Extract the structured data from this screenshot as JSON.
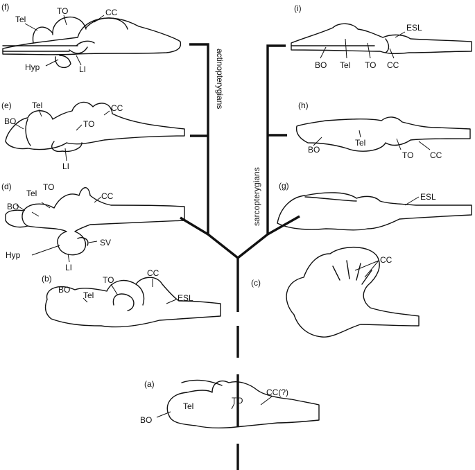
{
  "panels": {
    "a": "(a)",
    "b": "(b)",
    "c": "(c)",
    "d": "(d)",
    "e": "(e)",
    "f": "(f)",
    "g": "(g)",
    "h": "(h)",
    "i": "(i)"
  },
  "clades": {
    "left": "actinopterygians",
    "right": "sarcopterygians"
  },
  "labels": {
    "f": [
      "Tel",
      "TO",
      "CC",
      "Hyp",
      "LI"
    ],
    "e": [
      "Tel",
      "BO",
      "TO",
      "CC",
      "LI"
    ],
    "d": [
      "TO",
      "Tel",
      "CC",
      "BO",
      "SV",
      "Hyp",
      "LI"
    ],
    "b": [
      "BO",
      "TO",
      "CC",
      "Tel",
      "ESL"
    ],
    "c": [
      "CC"
    ],
    "i": [
      "ESL",
      "BO",
      "Tel",
      "TO",
      "CC"
    ],
    "h": [
      "BO",
      "Tel",
      "TO",
      "CC"
    ],
    "g": [
      "ESL"
    ],
    "a": [
      "CC(?)",
      "TO",
      "Tel",
      "BO"
    ]
  }
}
